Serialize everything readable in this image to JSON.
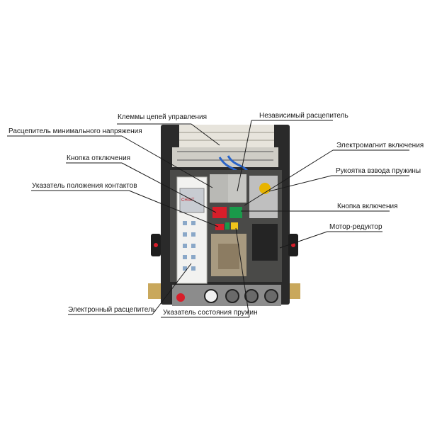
{
  "labels": {
    "control_terminals": "Клеммы цепей управления",
    "undervoltage_release": "Расцепитель минимального напряжения",
    "off_button": "Кнопка отключения",
    "contact_position_indicator": "Указатель положения контактов",
    "electronic_release": "Электронный расцепитель",
    "shunt_release": "Независимый расцепитель",
    "closing_electromagnet": "Электромагнит включения",
    "spring_charging_handle": "Рукоятка взвода пружины",
    "on_button": "Кнопка включения",
    "motor_reducer": "Мотор-редуктор",
    "spring_state_indicator": "Указатель состояния пружин"
  },
  "device": {
    "brand_text": "CHINT"
  },
  "colors": {
    "label_text": "#1a1a1a",
    "leader_line": "#1a1a1a",
    "off_button": "#d81e2a",
    "on_button": "#1a9a4a",
    "yellow_indicator": "#f2c41a",
    "frame_dark": "#2a2a2a",
    "mount_tan": "#c9a85c"
  }
}
